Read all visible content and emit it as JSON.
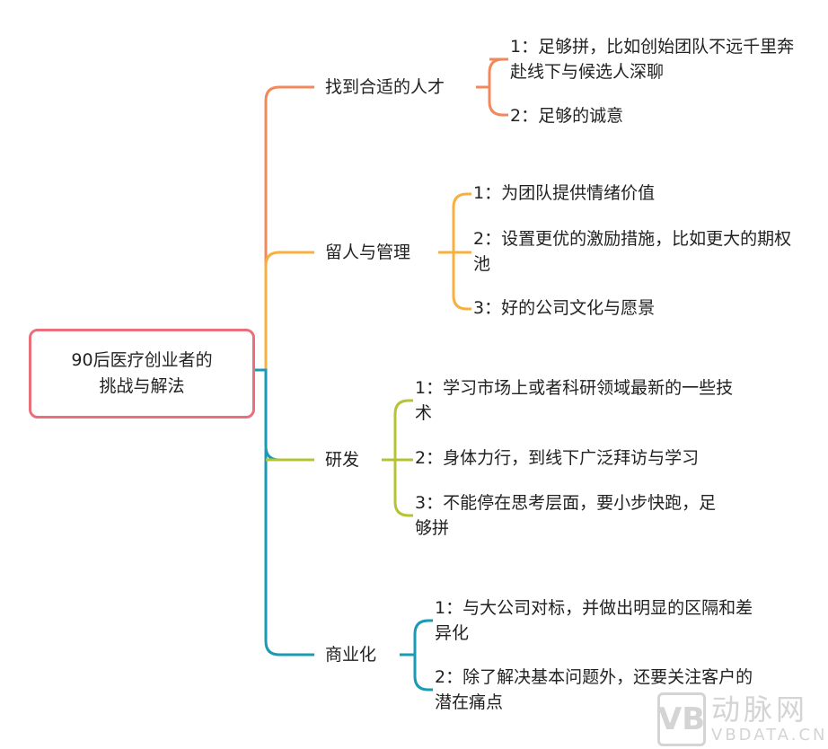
{
  "root": {
    "line1": "90后医疗创业者的",
    "line2": "挑战与解法",
    "border_color": "#e8707a"
  },
  "branches": [
    {
      "label": "找到合适的人才",
      "color": "#f08a5d",
      "items": [
        "1：足够拼，比如创始团队不远千里奔赴线下与候选人深聊",
        "2：足够的诚意"
      ]
    },
    {
      "label": "留人与管理",
      "color": "#f5b041",
      "items": [
        "1：为团队提供情绪价值",
        "2：设置更优的激励措施，比如更大的期权池",
        "3：好的公司文化与愿景"
      ]
    },
    {
      "label": "研发",
      "color": "#b5c335",
      "items": [
        "1：学习市场上或者科研领域最新的一些技术",
        "2：身体力行，到线下广泛拜访与学习",
        "3：不能停在思考层面，要小步快跑，足够拼"
      ]
    },
    {
      "label": "商业化",
      "color": "#1a9bb5",
      "items": [
        "1：与大公司对标，并做出明显的区隔和差异化",
        "2：除了解决基本问题外，还要关注客户的潜在痛点"
      ]
    }
  ],
  "watermark": {
    "logo": "VB",
    "name_cn": "动脉网",
    "name_en": "VBDATA.CN"
  }
}
